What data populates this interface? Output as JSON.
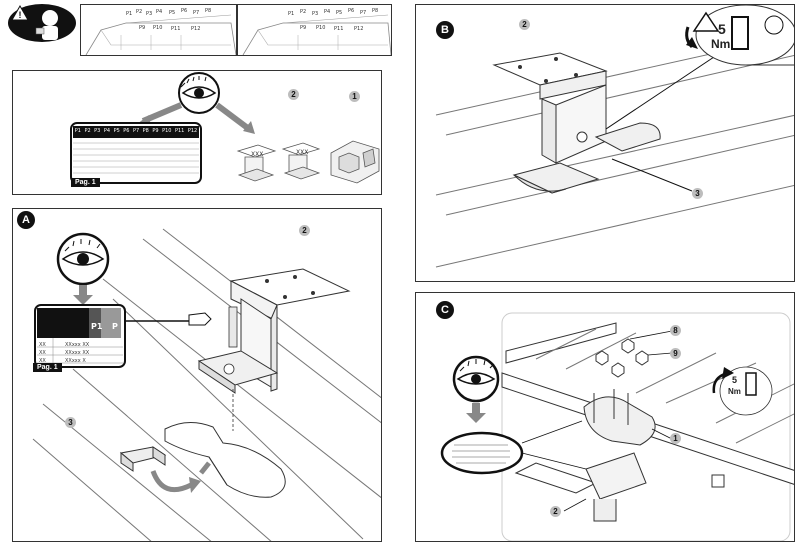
{
  "panels": {
    "b": {
      "letter": "B"
    },
    "a": {
      "letter": "A"
    },
    "c": {
      "letter": "C"
    }
  },
  "top_strip": {
    "labels_left": [
      "P1",
      "P2",
      "P3",
      "P4",
      "P5",
      "P6",
      "P7",
      "P8",
      "P9",
      "P10",
      "P11",
      "P12"
    ],
    "labels_right": [
      "P1",
      "P2",
      "P3",
      "P4",
      "P5",
      "P6",
      "P7",
      "P8",
      "P9",
      "P10",
      "P11",
      "P12"
    ]
  },
  "step_intro": {
    "table_headers": [
      "P1",
      "P2",
      "P3",
      "P4",
      "P5",
      "P6",
      "P7",
      "P8",
      "P9",
      "P10",
      "P11",
      "P12"
    ],
    "page_tag": "Pag. 1",
    "part_numbers": [
      "2",
      "1"
    ],
    "xxx": "XXX"
  },
  "step_a": {
    "part_numbers": [
      "2",
      "3"
    ],
    "page_tag": "Pag. 1",
    "table_header": [
      "P1",
      "P"
    ],
    "rows": [
      {
        "code": "XX",
        "text": "XXxxx XX"
      },
      {
        "code": "XX",
        "text": "XXxxx XX"
      },
      {
        "code": "XX",
        "text": "XXxxx X"
      }
    ]
  },
  "step_b": {
    "part_numbers": [
      "2",
      "3"
    ],
    "torque_value": "5",
    "torque_unit": "Nm"
  },
  "step_c": {
    "part_numbers": [
      "8",
      "9",
      "1",
      "2"
    ],
    "torque_value": "5",
    "torque_unit": "Nm"
  },
  "colors": {
    "ink": "#222222",
    "panel_bg": "#ffffff",
    "badge": "#111111",
    "num_circle": "#bdbdbd"
  }
}
